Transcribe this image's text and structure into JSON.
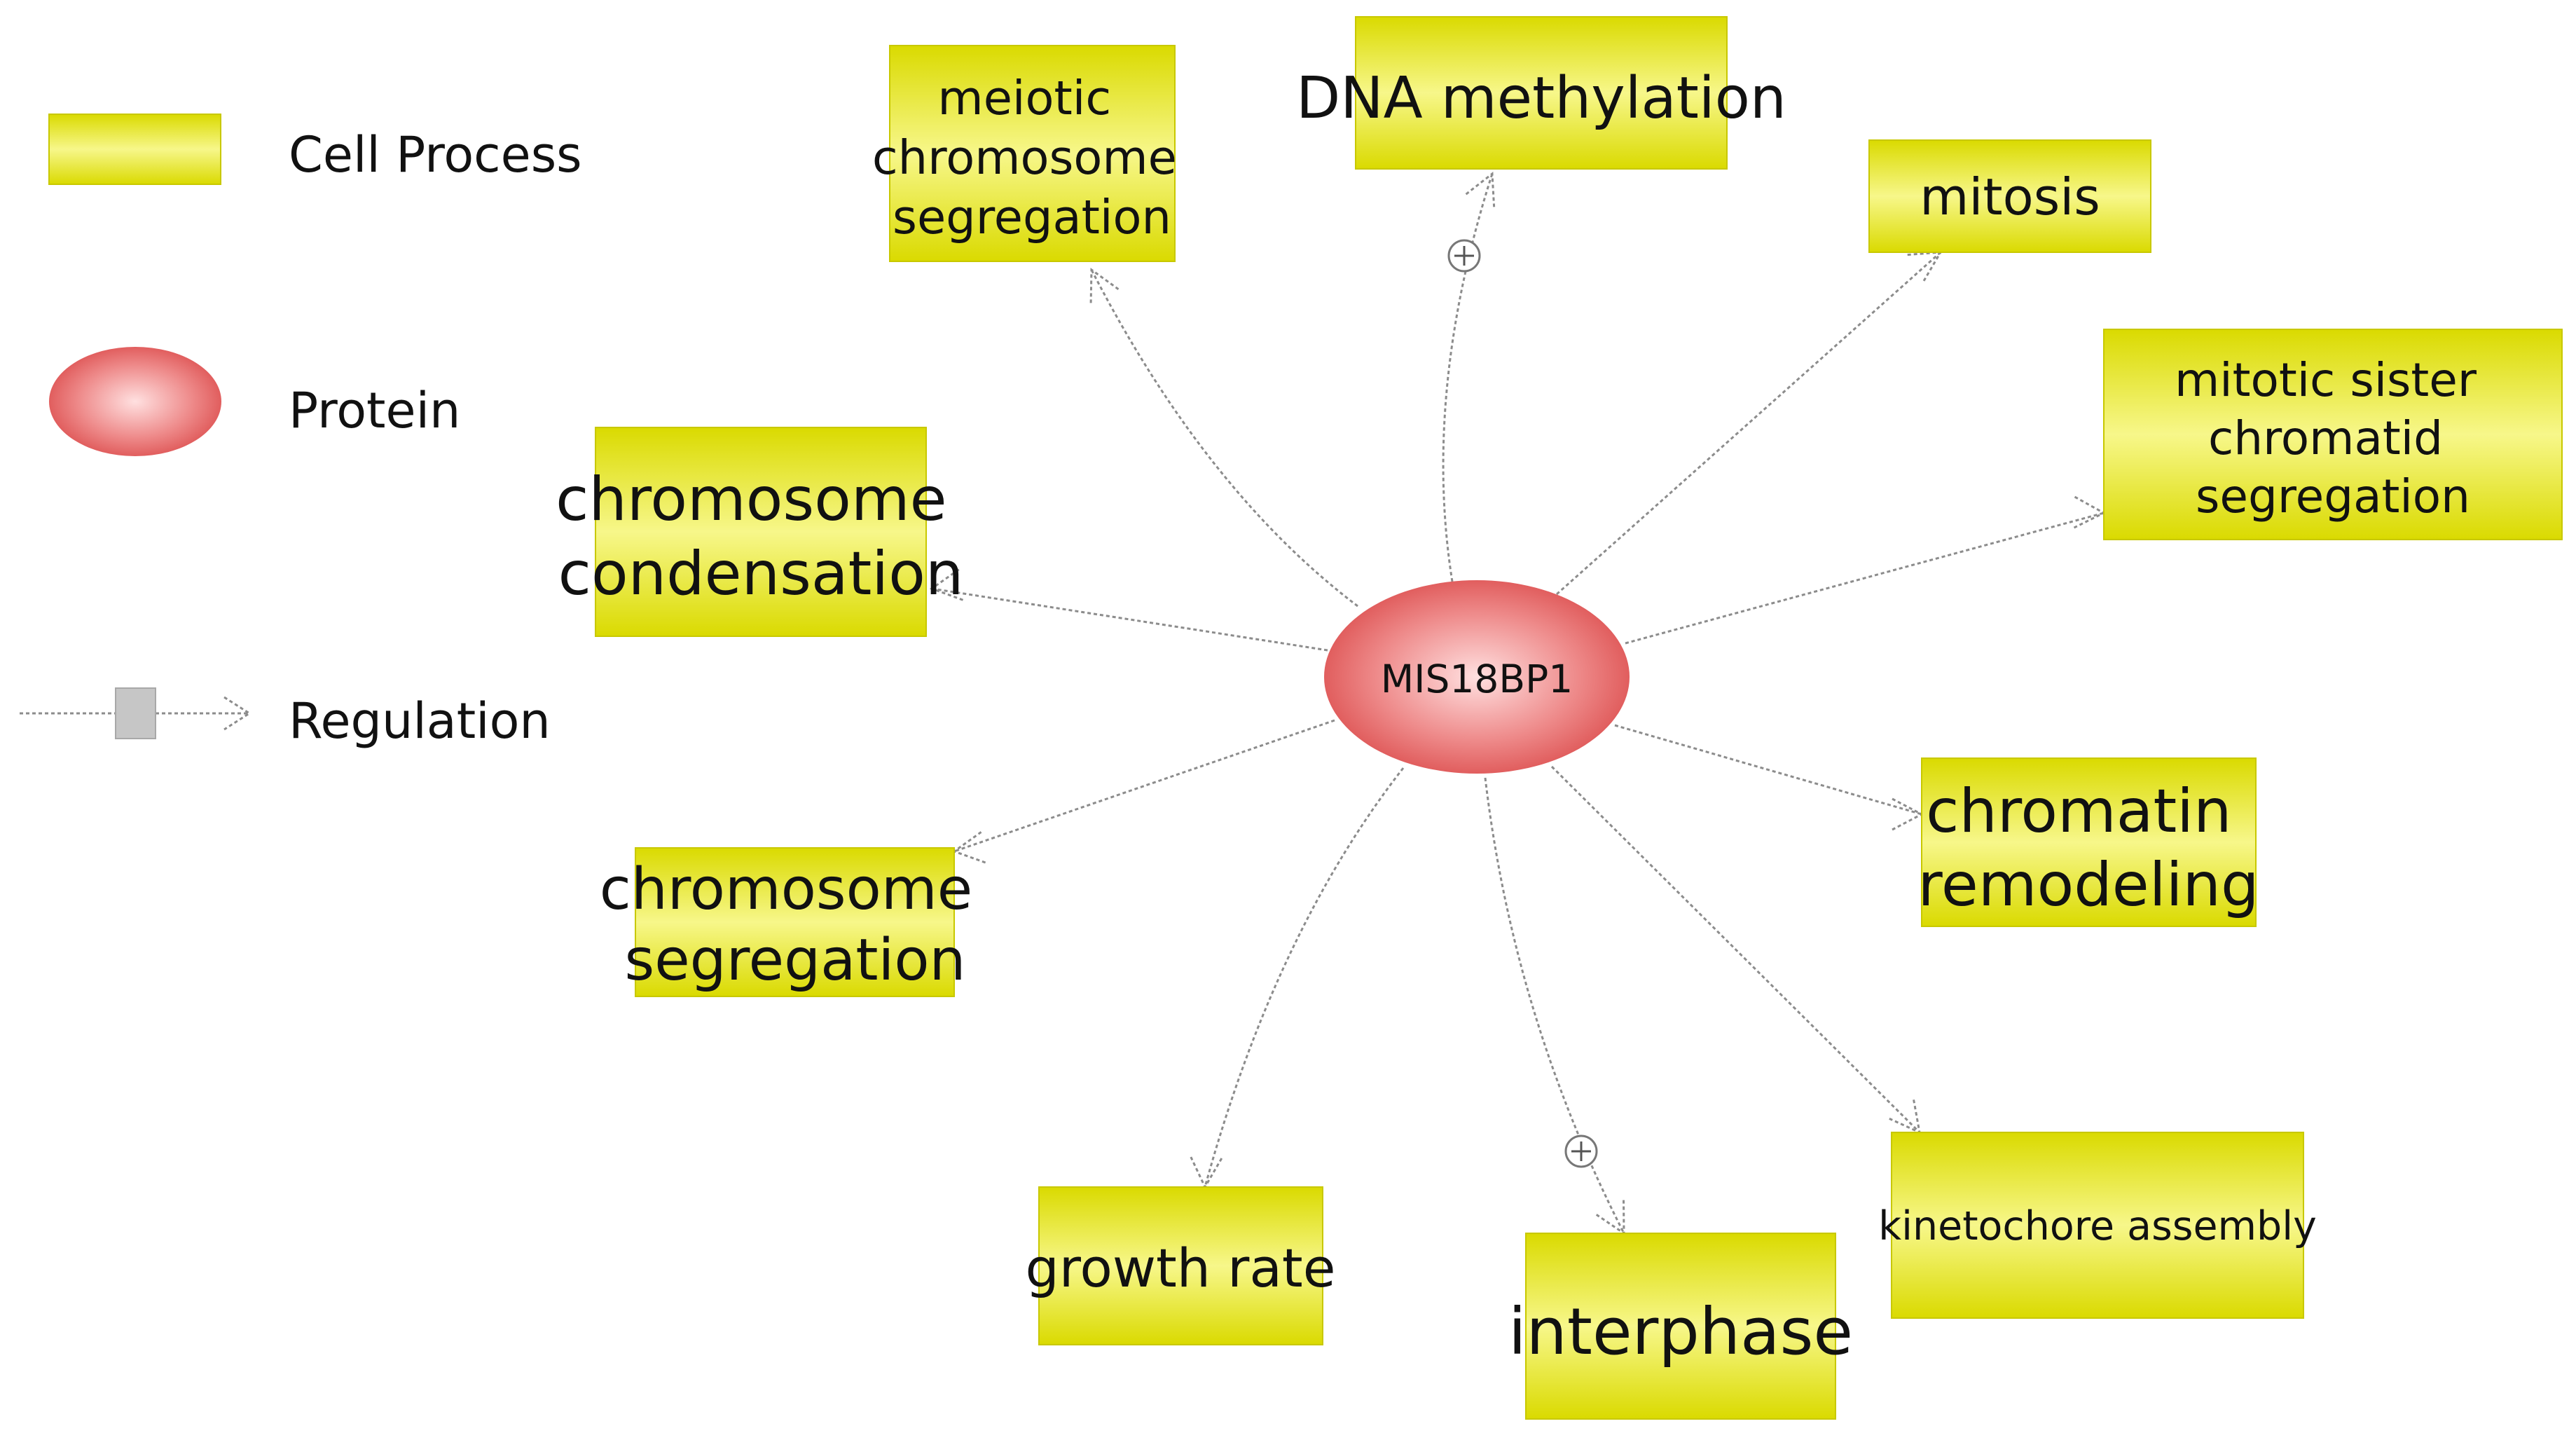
{
  "colors": {
    "process_fill_light": "#f7f78a",
    "process_fill_dark": "#dada00",
    "process_border": "#c8c800",
    "protein_fill_light": "#ffd4d4",
    "protein_fill_dark": "#dc4c4c",
    "edge": "#8c8c8c"
  },
  "legend": {
    "cell_process_label": "Cell Process",
    "protein_label": "Protein",
    "regulation_label": "Regulation"
  },
  "center": {
    "label": "MIS18BP1"
  },
  "processes": [
    {
      "id": "meiotic-chromosome-segregation",
      "lines": [
        "meiotic",
        "chromosome",
        "segregation"
      ],
      "effect": ""
    },
    {
      "id": "dna-methylation",
      "lines": [
        "DNA methylation"
      ],
      "effect": "positive"
    },
    {
      "id": "mitosis",
      "lines": [
        "mitosis"
      ],
      "effect": ""
    },
    {
      "id": "mitotic-sister-chromatid-segregation",
      "lines": [
        "mitotic sister",
        "chromatid",
        "segregation"
      ],
      "effect": ""
    },
    {
      "id": "chromosome-condensation",
      "lines": [
        "chromosome",
        "condensation"
      ],
      "effect": ""
    },
    {
      "id": "chromatin-remodeling",
      "lines": [
        "chromatin",
        "remodeling"
      ],
      "effect": ""
    },
    {
      "id": "chromosome-segregation",
      "lines": [
        "chromosome",
        "segregation"
      ],
      "effect": ""
    },
    {
      "id": "growth-rate",
      "lines": [
        "growth rate"
      ],
      "effect": ""
    },
    {
      "id": "interphase",
      "lines": [
        "interphase"
      ],
      "effect": "positive"
    },
    {
      "id": "kinetochore-assembly",
      "lines": [
        "kinetochore assembly"
      ],
      "effect": ""
    }
  ]
}
